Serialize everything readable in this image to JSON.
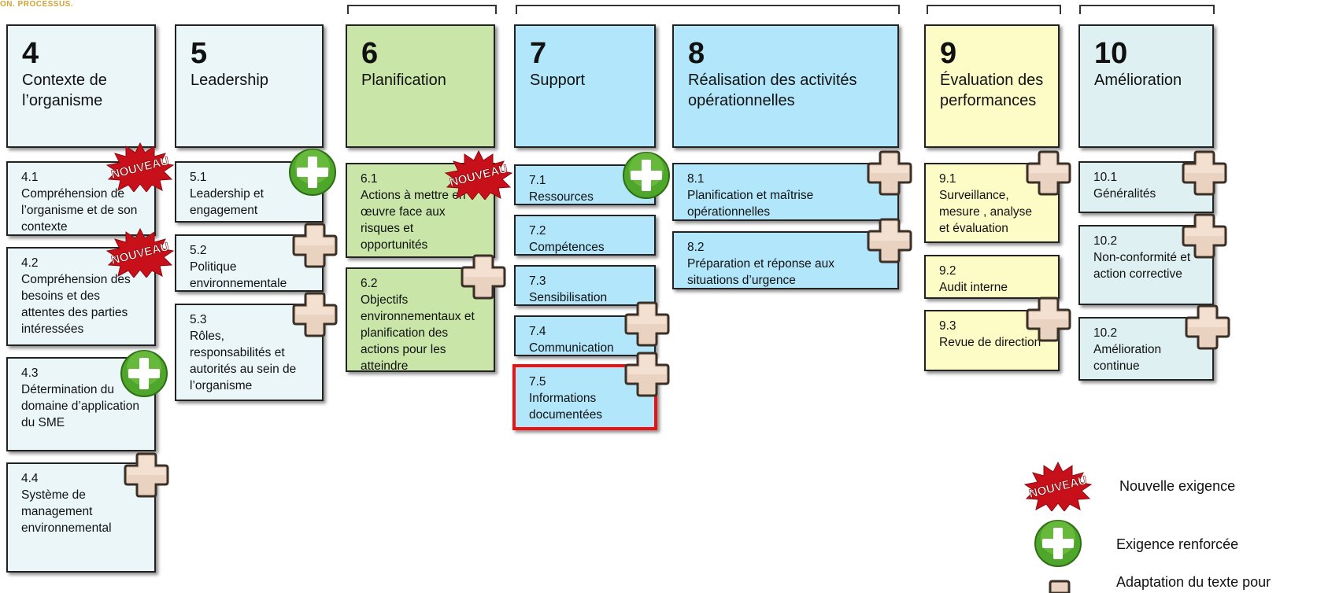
{
  "header": {
    "logo_text": "ON. PROCESSUS."
  },
  "columns": [
    {
      "num": "4",
      "title": "Contexte de l’organisme",
      "color": "#eaf6f8",
      "items": [
        {
          "num": "4.1",
          "text": "Compréhension de l’organisme et de son contexte",
          "badge": "nouveau"
        },
        {
          "num": "4.2",
          "text": "Compréhension des besoins et des attentes des parties intéressées",
          "badge": "nouveau"
        },
        {
          "num": "4.3",
          "text": "Détermination du domaine d’application du SME",
          "badge": "plus-green"
        },
        {
          "num": "4.4",
          "text": "Système de management environnemental",
          "badge": "plus-beige"
        }
      ]
    },
    {
      "num": "5",
      "title": "Leadership",
      "color": "#eaf6f8",
      "items": [
        {
          "num": "5.1",
          "text": "Leadership et engagement",
          "badge": "plus-green"
        },
        {
          "num": "5.2",
          "text": "Politique environnementale",
          "badge": "plus-beige"
        },
        {
          "num": "5.3",
          "text": "Rôles, responsabilités et autorités au sein de l’organisme",
          "badge": "plus-beige"
        }
      ]
    },
    {
      "num": "6",
      "title": "Planification",
      "color": "#c9e6a8",
      "items": [
        {
          "num": "6.1",
          "text": "Actions à mettre en œuvre face aux risques et opportunités",
          "badge": "nouveau"
        },
        {
          "num": "6.2",
          "text": "Objectifs environnementaux et planification des actions pour les atteindre",
          "badge": "plus-beige"
        }
      ]
    },
    {
      "num": "7",
      "title": "Support",
      "color": "#b1e6fb",
      "items": [
        {
          "num": "7.1",
          "text": "Ressources",
          "badge": "plus-green"
        },
        {
          "num": "7.2",
          "text": "Compétences",
          "badge": ""
        },
        {
          "num": "7.3",
          "text": "Sensibilisation",
          "badge": ""
        },
        {
          "num": "7.4",
          "text": "Communication",
          "badge": "plus-beige"
        },
        {
          "num": "7.5",
          "text": "Informations documentées",
          "badge": "plus-beige",
          "highlighted": true
        }
      ]
    },
    {
      "num": "8",
      "title": "Réalisation des activités opérationnelles",
      "color": "#b1e6fb",
      "items": [
        {
          "num": "8.1",
          "text": "Planification et maîtrise opérationnelles",
          "badge": "plus-beige"
        },
        {
          "num": "8.2",
          "text": "Préparation et réponse aux situations d’urgence",
          "badge": "plus-beige"
        }
      ]
    },
    {
      "num": "9",
      "title": "Évaluation des performances",
      "color": "#fdfbc6",
      "items": [
        {
          "num": "9.1",
          "text": "Surveillance, mesure , analyse et évaluation",
          "badge": "plus-beige"
        },
        {
          "num": "9.2",
          "text": "Audit interne",
          "badge": ""
        },
        {
          "num": "9.3",
          "text": "Revue de direction",
          "badge": "plus-beige"
        }
      ]
    },
    {
      "num": "10",
      "title": "Amélioration",
      "color": "#dff0f3",
      "items": [
        {
          "num": "10.1",
          "text": "Généralités",
          "badge": "plus-beige"
        },
        {
          "num": "10.2",
          "text": "Non-conformité et action corrective",
          "badge": "plus-beige"
        },
        {
          "num": "10.2",
          "text": "Amélioration continue",
          "badge": "plus-beige"
        }
      ]
    }
  ],
  "badge_text": "NOUVEAU",
  "legend": {
    "new_label": "Nouvelle exigence",
    "reinforced_label": "Exigence renforcée",
    "adapted_label": "Adaptation du texte pour"
  }
}
